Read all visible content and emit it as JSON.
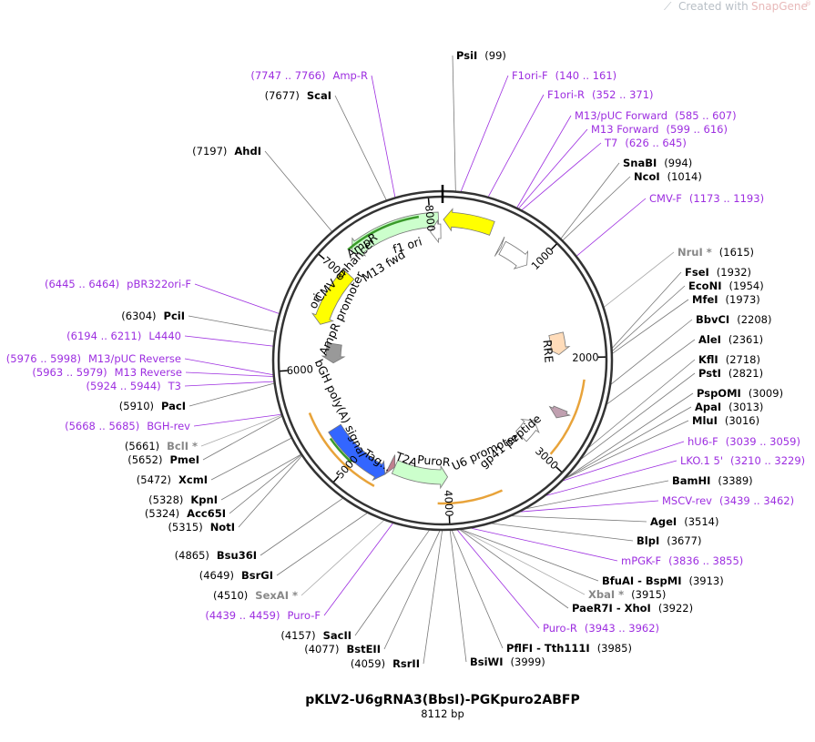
{
  "watermark": {
    "prefix": "Created with",
    "brand": "SnapGene",
    "mark": "®"
  },
  "title": "pKLV2-U6gRNA3(BbsI)-PGKpuro2ABFP",
  "size_label": "8112 bp",
  "total_bp": 8112,
  "ticks": [
    {
      "label": "1000",
      "bp": 1000
    },
    {
      "label": "2000",
      "bp": 2000
    },
    {
      "label": "3000",
      "bp": 3000
    },
    {
      "label": "4000",
      "bp": 4000
    },
    {
      "label": "5000",
      "bp": 5000
    },
    {
      "label": "6000",
      "bp": 6000
    },
    {
      "label": "7000",
      "bp": 7000
    },
    {
      "label": "8000",
      "bp": 8000
    }
  ],
  "features": [
    {
      "name": "f1 ori",
      "start": 8,
      "end": 463,
      "strand": -1,
      "color": "#ffff00"
    },
    {
      "name": "M13 fwd",
      "start": 599,
      "end": 615,
      "strand": 1,
      "color": "#ffffff"
    },
    {
      "name": "CMV enhancer",
      "start": 630,
      "end": 933,
      "strand": 1,
      "color": "#ffffff"
    },
    {
      "name": "RRE",
      "start": 1730,
      "end": 1963,
      "strand": 1,
      "color": "#ffdcba"
    },
    {
      "name": "gp41 peptide",
      "start": 2530,
      "end": 2630,
      "strand": 1,
      "color": "#c0a0b0"
    },
    {
      "name": "U6 promoter",
      "start": 2778,
      "end": 3018,
      "strand": -1,
      "color": "#ffffff"
    },
    {
      "name": "PuroR",
      "start": 4000,
      "end": 4600,
      "strand": -1,
      "color": "#ccffcc"
    },
    {
      "name": "T2A",
      "start": 4600,
      "end": 4660,
      "strand": -1,
      "color": "#c08090"
    },
    {
      "name": "TagBFP",
      "start": 4660,
      "end": 5360,
      "strand": -1,
      "color": "#3366ff"
    },
    {
      "name": "bGH poly(A) signal",
      "start": 6055,
      "end": 6280,
      "strand": -1,
      "color": "#999999"
    },
    {
      "name": "ori",
      "start": 6455,
      "end": 7043,
      "strand": -1,
      "color": "#ffff00"
    },
    {
      "name": "AmpR",
      "start": 7214,
      "end": 8074,
      "strand": -1,
      "color": "#ccffcc"
    },
    {
      "name": "AmpR promoter",
      "start": 7990,
      "end": 8094,
      "strand": -1,
      "color": "#ffffff"
    }
  ],
  "feature_labels": [
    {
      "text": "f1 ori",
      "angle": -17,
      "radius": 128
    },
    {
      "text": "M13 fwd",
      "angle": -32,
      "radius": 118
    },
    {
      "text": "CMV enhancer",
      "angle": -47,
      "radius": 142
    },
    {
      "text": "RRE",
      "angle": 85,
      "radius": 112
    },
    {
      "text": "gp41 peptide",
      "angle": 140,
      "radius": 120
    },
    {
      "text": "U6 promoter",
      "angle": 155,
      "radius": 115
    },
    {
      "text": "PuroR",
      "angle": 185,
      "radius": 115
    },
    {
      "text": "T2A",
      "angle": 200,
      "radius": 120
    },
    {
      "text": "Tag...",
      "angle": 213,
      "radius": 135
    },
    {
      "text": "bGH poly(A) signal",
      "angle": 245,
      "radius": 128
    },
    {
      "text": "AmpR promoter",
      "angle": 295,
      "radius": 118
    },
    {
      "text": "AmpR",
      "angle": 325,
      "radius": 150
    },
    {
      "text": "ori",
      "angle": 295,
      "radius": 150
    }
  ],
  "sites": [
    {
      "name": "PsiI",
      "pos": "(99)",
      "type": "enzyme"
    },
    {
      "name": "F1ori-F",
      "pos": "(140 .. 161)",
      "type": "primer"
    },
    {
      "name": "F1ori-R",
      "pos": "(352 .. 371)",
      "type": "primer"
    },
    {
      "name": "M13/pUC Forward",
      "pos": "(585 .. 607)",
      "type": "primer"
    },
    {
      "name": "M13 Forward",
      "pos": "(599 .. 616)",
      "type": "primer"
    },
    {
      "name": "T7",
      "pos": "(626 .. 645)",
      "type": "primer"
    },
    {
      "name": "SnaBI",
      "pos": "(994)",
      "type": "enzyme"
    },
    {
      "name": "NcoI",
      "pos": "(1014)",
      "type": "enzyme"
    },
    {
      "name": "CMV-F",
      "pos": "(1173 .. 1193)",
      "type": "primer"
    },
    {
      "name": "NruI *",
      "pos": "(1615)",
      "type": "enzyme-gray"
    },
    {
      "name": "FseI",
      "pos": "(1932)",
      "type": "enzyme"
    },
    {
      "name": "EcoNI",
      "pos": "(1954)",
      "type": "enzyme"
    },
    {
      "name": "MfeI",
      "pos": "(1973)",
      "type": "enzyme"
    },
    {
      "name": "BbvCI",
      "pos": "(2208)",
      "type": "enzyme"
    },
    {
      "name": "AleI",
      "pos": "(2361)",
      "type": "enzyme"
    },
    {
      "name": "KflI",
      "pos": "(2718)",
      "type": "enzyme"
    },
    {
      "name": "PstI",
      "pos": "(2821)",
      "type": "enzyme"
    },
    {
      "name": "PspOMI",
      "pos": "(3009)",
      "type": "enzyme"
    },
    {
      "name": "ApaI",
      "pos": "(3013)",
      "type": "enzyme"
    },
    {
      "name": "MluI",
      "pos": "(3016)",
      "type": "enzyme"
    },
    {
      "name": "hU6-F",
      "pos": "(3039 .. 3059)",
      "type": "primer"
    },
    {
      "name": "LKO.1 5'",
      "pos": "(3210 .. 3229)",
      "type": "primer"
    },
    {
      "name": "BamHI",
      "pos": "(3389)",
      "type": "enzyme"
    },
    {
      "name": "MSCV-rev",
      "pos": "(3439 .. 3462)",
      "type": "primer"
    },
    {
      "name": "AgeI",
      "pos": "(3514)",
      "type": "enzyme"
    },
    {
      "name": "BlpI",
      "pos": "(3677)",
      "type": "enzyme"
    },
    {
      "name": "mPGK-F",
      "pos": "(3836 .. 3855)",
      "type": "primer"
    },
    {
      "name": "BfuAI - BspMI",
      "pos": "(3913)",
      "type": "enzyme"
    },
    {
      "name": "XbaI *",
      "pos": "(3915)",
      "type": "enzyme-gray"
    },
    {
      "name": "PaeR7I - XhoI",
      "pos": "(3922)",
      "type": "enzyme"
    },
    {
      "name": "Puro-R",
      "pos": "(3943 .. 3962)",
      "type": "primer"
    },
    {
      "name": "PflFI - Tth111I",
      "pos": "(3985)",
      "type": "enzyme"
    },
    {
      "name": "BsiWI",
      "pos": "(3999)",
      "type": "enzyme"
    },
    {
      "name": "RsrII",
      "pos": "(4059)",
      "type": "enzyme"
    },
    {
      "name": "BstEII",
      "pos": "(4077)",
      "type": "enzyme"
    },
    {
      "name": "SacII",
      "pos": "(4157)",
      "type": "enzyme"
    },
    {
      "name": "Puro-F",
      "pos": "(4439 .. 4459)",
      "type": "primer"
    },
    {
      "name": "SexAI *",
      "pos": "(4510)",
      "type": "enzyme-gray"
    },
    {
      "name": "BsrGI",
      "pos": "(4649)",
      "type": "enzyme"
    },
    {
      "name": "Bsu36I",
      "pos": "(4865)",
      "type": "enzyme"
    },
    {
      "name": "NotI",
      "pos": "(5315)",
      "type": "enzyme"
    },
    {
      "name": "Acc65I",
      "pos": "(5324)",
      "type": "enzyme"
    },
    {
      "name": "KpnI",
      "pos": "(5328)",
      "type": "enzyme"
    },
    {
      "name": "XcmI",
      "pos": "(5472)",
      "type": "enzyme"
    },
    {
      "name": "PmeI",
      "pos": "(5652)",
      "type": "enzyme"
    },
    {
      "name": "BclI *",
      "pos": "(5661)",
      "type": "enzyme-gray"
    },
    {
      "name": "BGH-rev",
      "pos": "(5668 .. 5685)",
      "type": "primer"
    },
    {
      "name": "PacI",
      "pos": "(5910)",
      "type": "enzyme"
    },
    {
      "name": "T3",
      "pos": "(5924 .. 5944)",
      "type": "primer"
    },
    {
      "name": "M13 Reverse",
      "pos": "(5963 .. 5979)",
      "type": "primer"
    },
    {
      "name": "M13/pUC Reverse",
      "pos": "(5976 .. 5998)",
      "type": "primer"
    },
    {
      "name": "L4440",
      "pos": "(6194 .. 6211)",
      "type": "primer"
    },
    {
      "name": "PciI",
      "pos": "(6304)",
      "type": "enzyme"
    },
    {
      "name": "pBR322ori-F",
      "pos": "(6445 .. 6464)",
      "type": "primer"
    },
    {
      "name": "AhdI",
      "pos": "(7197)",
      "type": "enzyme"
    },
    {
      "name": "ScaI",
      "pos": "(7677)",
      "type": "enzyme"
    },
    {
      "name": "Amp-R",
      "pos": "(7747 .. 7766)",
      "type": "primer"
    }
  ]
}
